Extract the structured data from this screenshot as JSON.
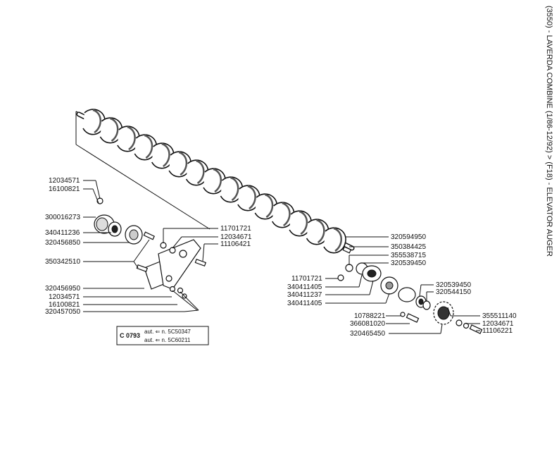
{
  "title": "(3550) - LAVERDA COMBINE (1/86-12/92) > (F18) - ELEVATOR AUGER",
  "left_labels": [
    "12034571",
    "16100821",
    "300016273",
    "340411236",
    "320456850",
    "350342510",
    "320456950",
    "12034571",
    "16100821",
    "320457050"
  ],
  "center_labels": [
    "11701721",
    "12034671",
    "11106421"
  ],
  "right_labels_top": [
    "320594950",
    "350384425",
    "355538715",
    "320539450"
  ],
  "right_labels_mid_left": [
    "11701721",
    "340411405",
    "340411237",
    "340411405"
  ],
  "right_labels_mid": [
    "320539450",
    "320544150"
  ],
  "right_labels_bottom_left": [
    "10788221",
    "366081020",
    "320465450"
  ],
  "right_labels_bottom_right": [
    "355511140",
    "12034671",
    "11106221"
  ],
  "note_box": {
    "code": "C 0793",
    "line1": "aut. ⇐ n. 5C50347",
    "line2": "aut. ⇐ n. 5C60211"
  }
}
